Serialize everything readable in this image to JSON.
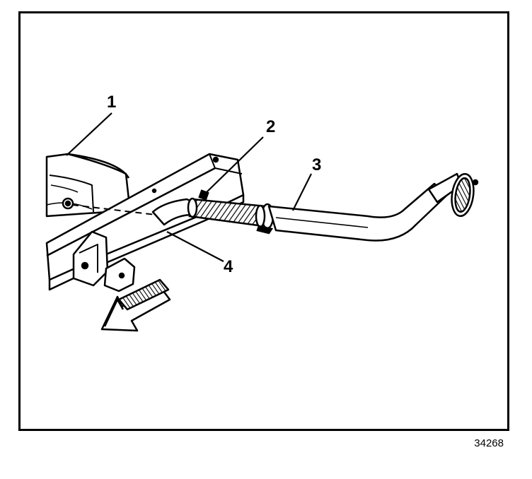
{
  "callouts": {
    "label_1": "1",
    "label_2": "2",
    "label_3": "3",
    "label_4": "4"
  },
  "figure_number": "34268"
}
